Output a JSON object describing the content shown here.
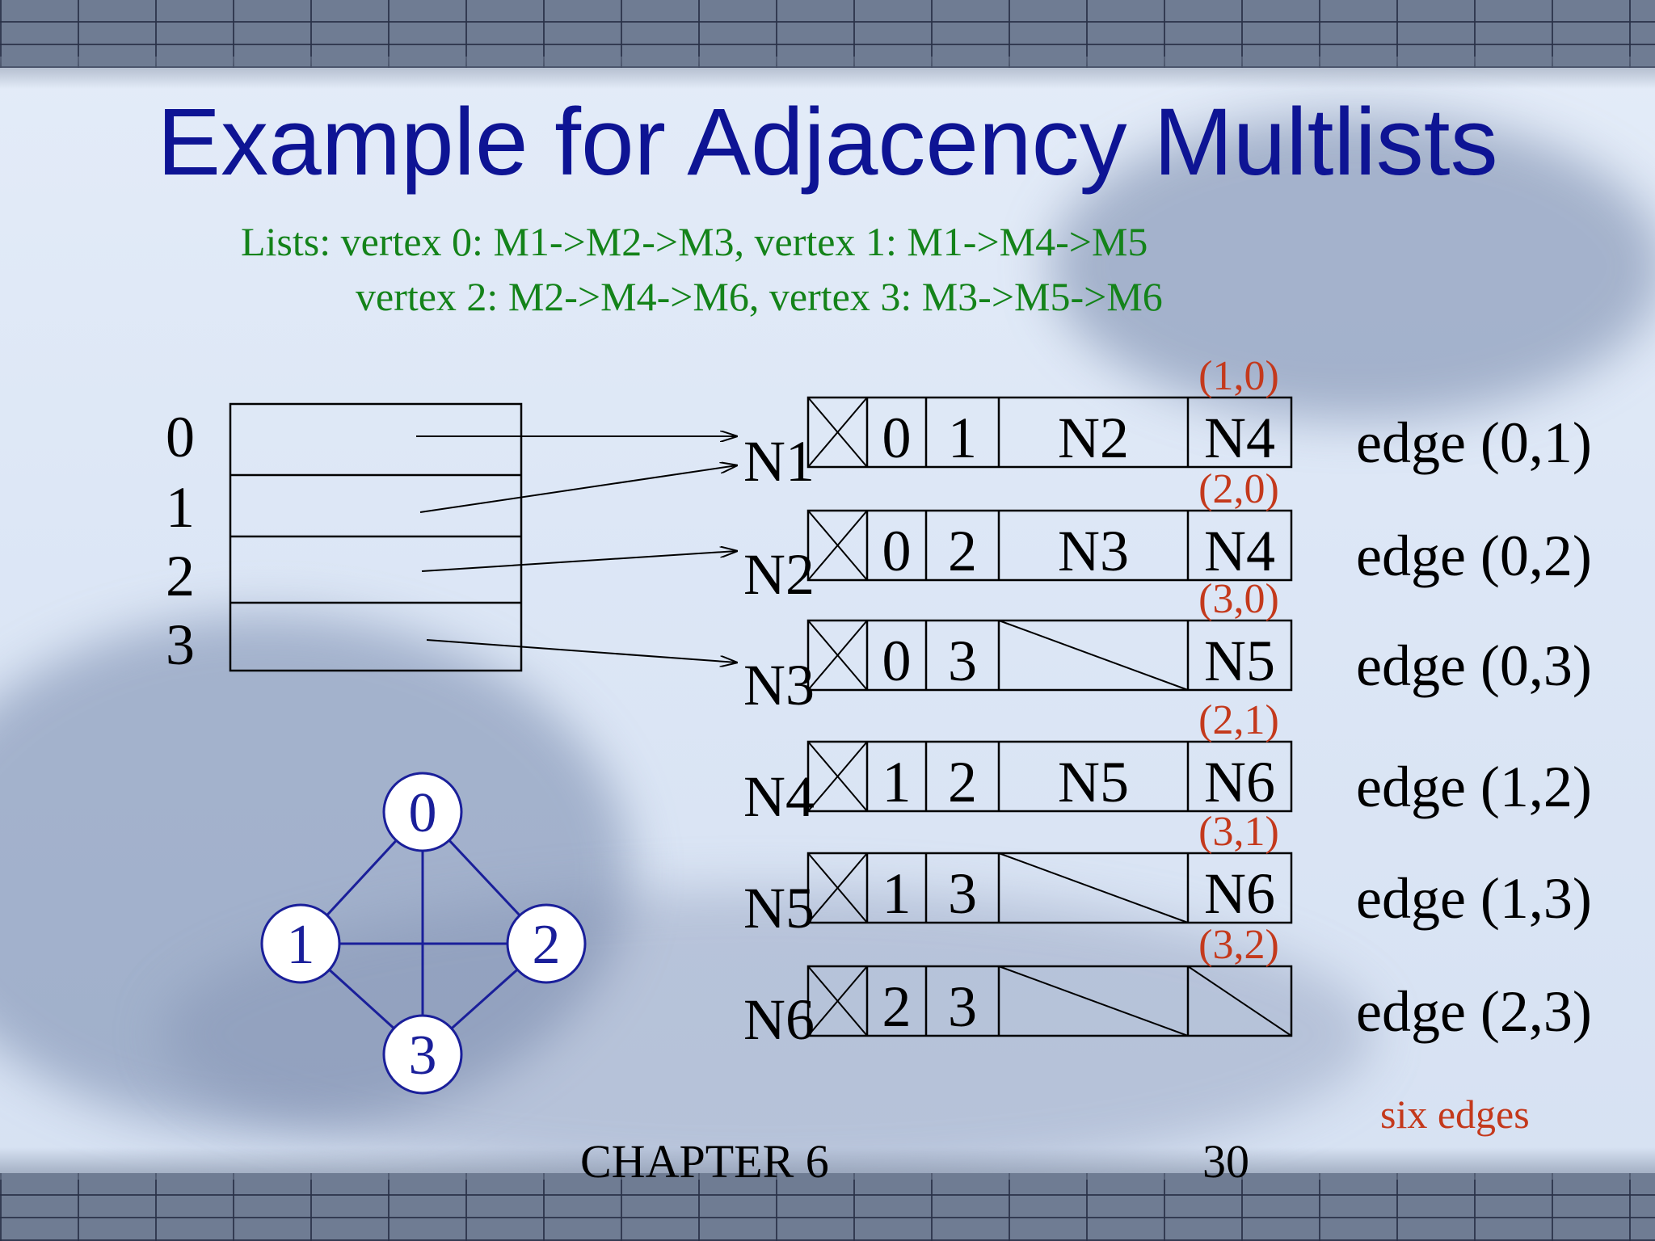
{
  "title": "Example for Adjacency Multlists",
  "lists": {
    "line1": "Lists: vertex 0: M1->M2->M3, vertex 1: M1->M4->M5",
    "line2": "vertex 2: M2->M4->M6, vertex 3: M3->M5->M6"
  },
  "head_array": {
    "indices": [
      "0",
      "1",
      "2",
      "3"
    ]
  },
  "nodes": [
    {
      "name": "N1",
      "fields": [
        "0",
        "1",
        "N2",
        "N4"
      ],
      "pair": "(1,0)",
      "edge": "edge (0,1)"
    },
    {
      "name": "N2",
      "fields": [
        "0",
        "2",
        "N3",
        "N4"
      ],
      "pair": "(2,0)",
      "edge": "edge (0,2)"
    },
    {
      "name": "N3",
      "fields": [
        "0",
        "3",
        null,
        "N5"
      ],
      "pair": "(3,0)",
      "edge": "edge (0,3)"
    },
    {
      "name": "N4",
      "fields": [
        "1",
        "2",
        "N5",
        "N6"
      ],
      "pair": "(2,1)",
      "edge": "edge (1,2)"
    },
    {
      "name": "N5",
      "fields": [
        "1",
        "3",
        null,
        "N6"
      ],
      "pair": "(3,1)",
      "edge": "edge (1,3)"
    },
    {
      "name": "N6",
      "fields": [
        "2",
        "3",
        null,
        null
      ],
      "pair": "(3,2)",
      "edge": "edge (2,3)"
    }
  ],
  "graph": {
    "vertices": [
      "0",
      "1",
      "2",
      "3"
    ],
    "edges": [
      [
        "0",
        "1"
      ],
      [
        "0",
        "2"
      ],
      [
        "0",
        "3"
      ],
      [
        "1",
        "2"
      ],
      [
        "1",
        "3"
      ],
      [
        "2",
        "3"
      ]
    ]
  },
  "six_edges": "six edges",
  "footer": {
    "chapter": "CHAPTER 6",
    "page": "30"
  },
  "colors": {
    "title": "#0e1494",
    "green": "#14831a",
    "red": "#c4391c",
    "graph": "#1a1f9a"
  }
}
